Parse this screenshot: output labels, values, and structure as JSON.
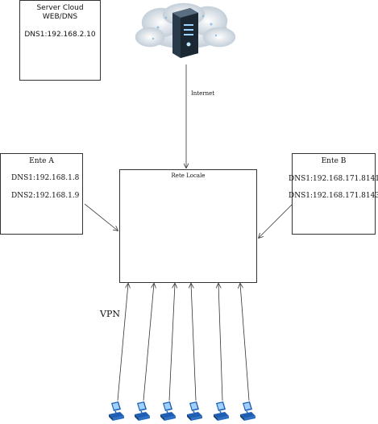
{
  "server_cloud": {
    "title_line1": "Server Cloud",
    "title_line2": "WEB/DNS",
    "dns1": "DNS1:192.168.2.10"
  },
  "internet_label": "Internet",
  "local_network": {
    "title": "Rete Locale"
  },
  "ente_a": {
    "title": "Ente A",
    "dns1": "DNS1:192.168.1.8",
    "dns2": "DNS2:192.168.1.9"
  },
  "ente_b": {
    "title": "Ente B",
    "dns1": "DNS1:192.168.171.8141",
    "dns2": "DNS1:192.168.171.8143"
  },
  "vpn_label": "VPN",
  "clients": [
    "workstation-1",
    "workstation-2",
    "workstation-3",
    "workstation-4",
    "workstation-5",
    "workstation-6"
  ],
  "colors": {
    "line": "#333333",
    "cloud": "#cfd8e0",
    "server": "#2a3a4a",
    "computer": "#1e5fb4"
  }
}
